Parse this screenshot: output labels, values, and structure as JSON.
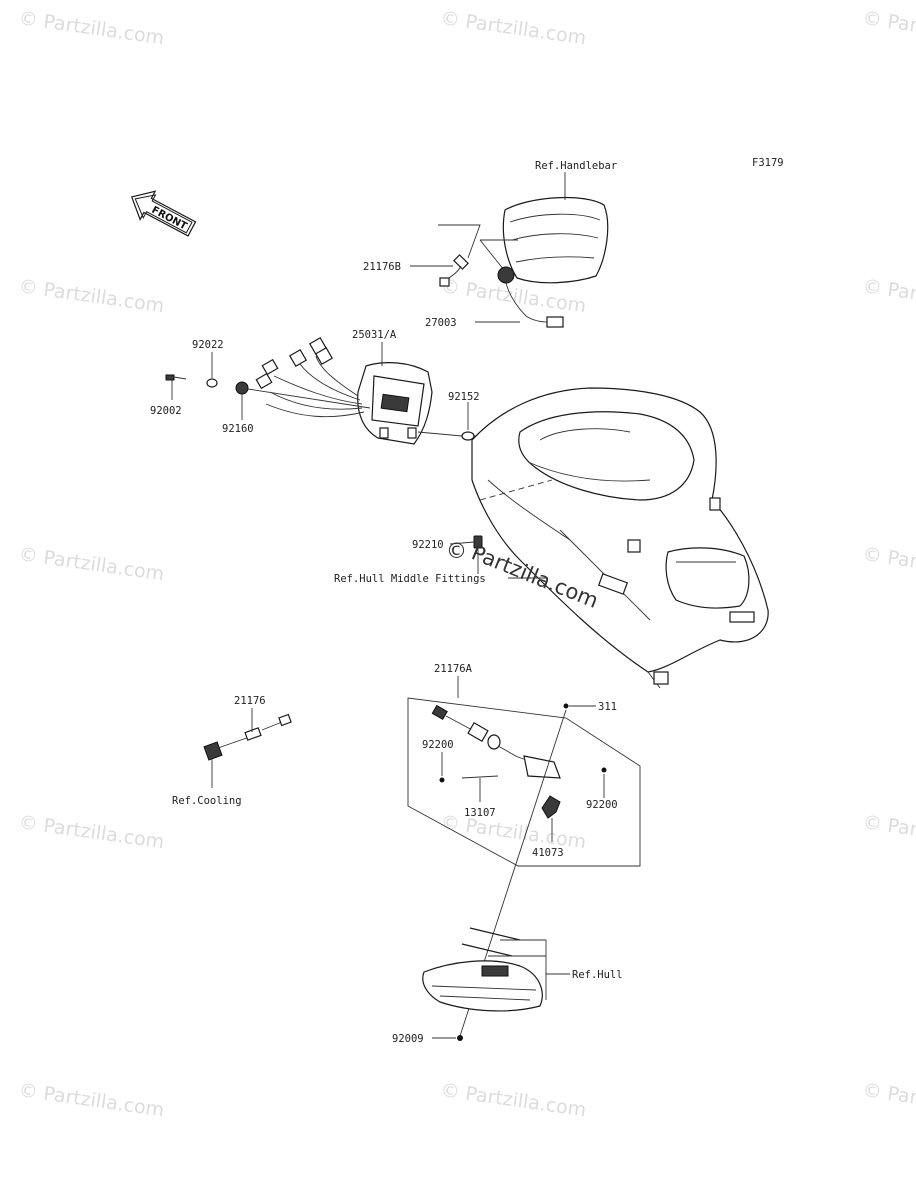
{
  "figure_code": "F3179",
  "watermark": {
    "text": "© Partzilla.com",
    "center_text": "Partzilla.com",
    "center_symbol": "©"
  },
  "front_arrow_label": "FRONT",
  "callouts": [
    {
      "id": "ref-handlebar",
      "text": "Ref.Handlebar"
    },
    {
      "id": "21176B",
      "text": "21176B"
    },
    {
      "id": "27003",
      "text": "27003"
    },
    {
      "id": "25031A",
      "text": "25031/A"
    },
    {
      "id": "92022",
      "text": "92022"
    },
    {
      "id": "92002",
      "text": "92002"
    },
    {
      "id": "92160",
      "text": "92160"
    },
    {
      "id": "92152",
      "text": "92152"
    },
    {
      "id": "92210",
      "text": "92210"
    },
    {
      "id": "ref-hull-middle",
      "text": "Ref.Hull Middle Fittings"
    },
    {
      "id": "21176A",
      "text": "21176A"
    },
    {
      "id": "311",
      "text": "311"
    },
    {
      "id": "92200-left",
      "text": "92200"
    },
    {
      "id": "92200-right",
      "text": "92200"
    },
    {
      "id": "13107",
      "text": "13107"
    },
    {
      "id": "41073",
      "text": "41073"
    },
    {
      "id": "21176",
      "text": "21176"
    },
    {
      "id": "ref-cooling",
      "text": "Ref.Cooling"
    },
    {
      "id": "ref-hull",
      "text": "Ref.Hull"
    },
    {
      "id": "92009",
      "text": "92009"
    }
  ]
}
